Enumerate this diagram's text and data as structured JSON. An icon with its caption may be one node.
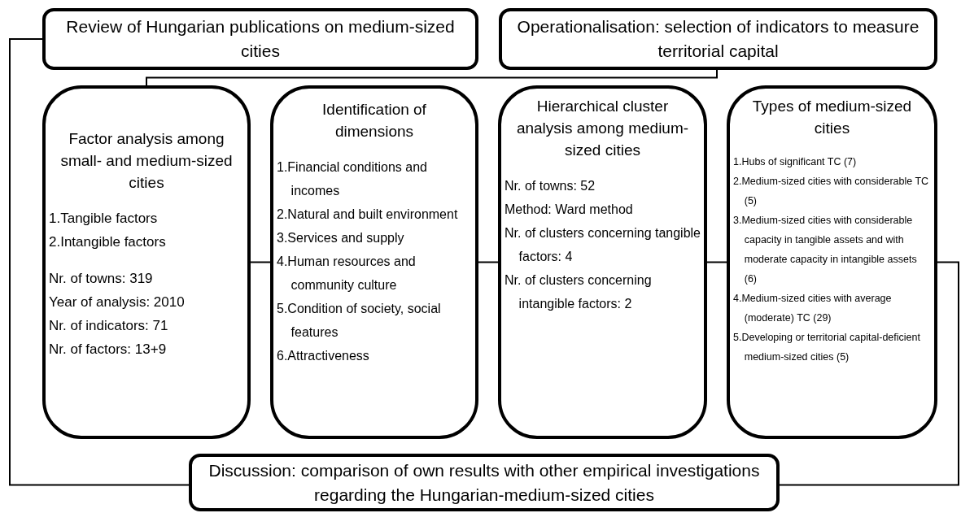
{
  "diagram": {
    "nodes": [
      {
        "text": [
          "Review of Hungarian publications on medium-sized cities"
        ]
      },
      {
        "text": [
          "Operationalisation: selection of indicators to measure territorial capital"
        ]
      },
      {
        "text": [
          "Factor analysis among small- and medium-sized cities",
          "1.Tangible factors",
          "2.Intangible factors",
          "Nr. of towns: 319",
          "Year of analysis: 2010",
          "Nr. of indicators: 71",
          "Nr. of factors: 13+9"
        ]
      },
      {
        "text": [
          "Identification of dimensions",
          "1.Financial conditions and incomes",
          "2.Natural and built environment",
          "3.Services and supply",
          "4.Human resources and community culture",
          "5.Condition of society, social features",
          "6.Attractiveness"
        ]
      },
      {
        "text": [
          "Hierarchical cluster analysis among medium-sized cities",
          "Nr. of towns: 52",
          "Method: Ward method",
          "Nr. of clusters concerning tangible factors: 4",
          "Nr. of clusters concerning intangible factors: 2"
        ]
      },
      {
        "text": [
          "Types of medium-sized cities",
          "1.Hubs of significant TC (7)",
          "2.Medium-sized cities with considerable TC (5)",
          "3.Medium-sized cities with considerable capacity in tangible assets and with moderate capacity in intangible assets (6)",
          "4.Medium-sized cities with average (moderate) TC (29)",
          "5.Developing or territorial capital-deficient medium-sized cities (5)"
        ]
      },
      {
        "text": [
          "Discussion: comparison of own results with other empirical investigations regarding the Hungarian-medium-sized cities"
        ]
      }
    ],
    "edges": [
      {
        "from": 1,
        "to": 2,
        "arrow": "none"
      },
      {
        "from": 0,
        "to": 6,
        "arrow": "none"
      },
      {
        "from": 2,
        "to": 3,
        "arrow": "none"
      },
      {
        "from": 3,
        "to": 4,
        "arrow": "none"
      },
      {
        "from": 4,
        "to": 5,
        "arrow": "none"
      },
      {
        "from": 5,
        "to": 6,
        "arrow": "none"
      }
    ]
  }
}
